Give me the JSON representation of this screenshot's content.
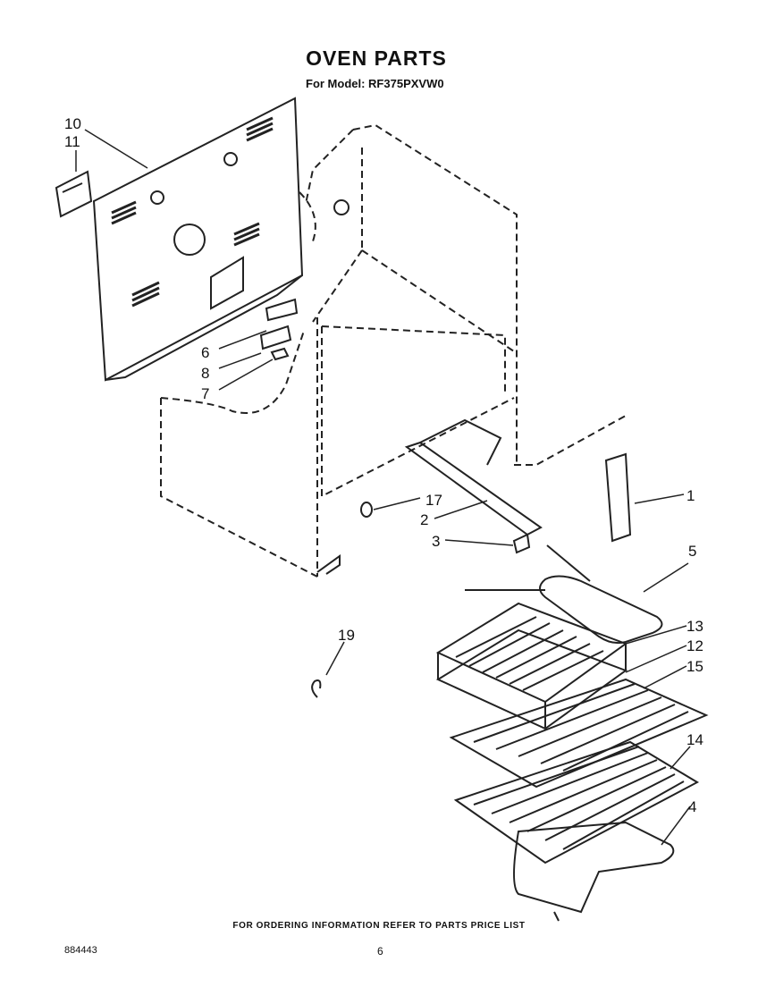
{
  "header": {
    "title": "OVEN PARTS",
    "model_line": "For Model: RF375PXVW0"
  },
  "callouts": [
    "1",
    "2",
    "3",
    "4",
    "5",
    "6",
    "7",
    "8",
    "10",
    "11",
    "12",
    "13",
    "14",
    "15",
    "17",
    "19"
  ],
  "footer": {
    "ordering_note": "FOR ORDERING INFORMATION REFER TO PARTS PRICE LIST",
    "document_number": "884443",
    "page_number": "6"
  }
}
